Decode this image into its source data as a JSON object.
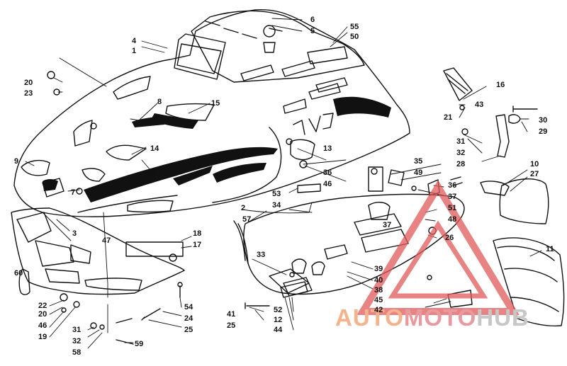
{
  "callouts": {
    "c1": "1",
    "c2": "2",
    "c3": "3",
    "c4": "4",
    "c5": "5",
    "c6": "6",
    "c7": "7",
    "c8": "8",
    "c9": "9",
    "c10": "10",
    "c11": "11",
    "c12": "12",
    "c13": "13",
    "c14": "14",
    "c15": "15",
    "c16": "16",
    "c17": "17",
    "c18": "18",
    "c19": "19",
    "c20a": "20",
    "c20b": "20",
    "c21": "21",
    "c22": "22",
    "c23": "23",
    "c24": "24",
    "c25a": "25",
    "c25b": "25",
    "c26": "26",
    "c27": "27",
    "c28": "28",
    "c29": "29",
    "c30": "30",
    "c31a": "31",
    "c31b": "31",
    "c32a": "32",
    "c32b": "32",
    "c33": "33",
    "c34": "34",
    "c35": "35",
    "c36a": "36",
    "c36b": "36",
    "c37a": "37",
    "c37b": "37",
    "c38": "38",
    "c39": "39",
    "c40": "40",
    "c41": "41",
    "c42": "42",
    "c43": "43",
    "c44": "44",
    "c45": "45",
    "c46a": "46",
    "c46b": "46",
    "c47": "47",
    "c48": "48",
    "c49": "49",
    "c50": "50",
    "c51": "51",
    "c52": "52",
    "c53": "53",
    "c54": "54",
    "c55": "55",
    "c56": "56",
    "c57": "57",
    "c58": "58",
    "c59": "59",
    "c60": "60"
  },
  "watermark": {
    "word1": "AUTO",
    "word2": "MOTO",
    "word3": "HUB",
    "colors": {
      "triangle": "#e05a5a",
      "auto": "#f4b38c",
      "moto": "#e89aa0",
      "hub": "#c7c7c7"
    }
  },
  "colors": {
    "ink": "#111111",
    "paper": "#ffffff"
  }
}
